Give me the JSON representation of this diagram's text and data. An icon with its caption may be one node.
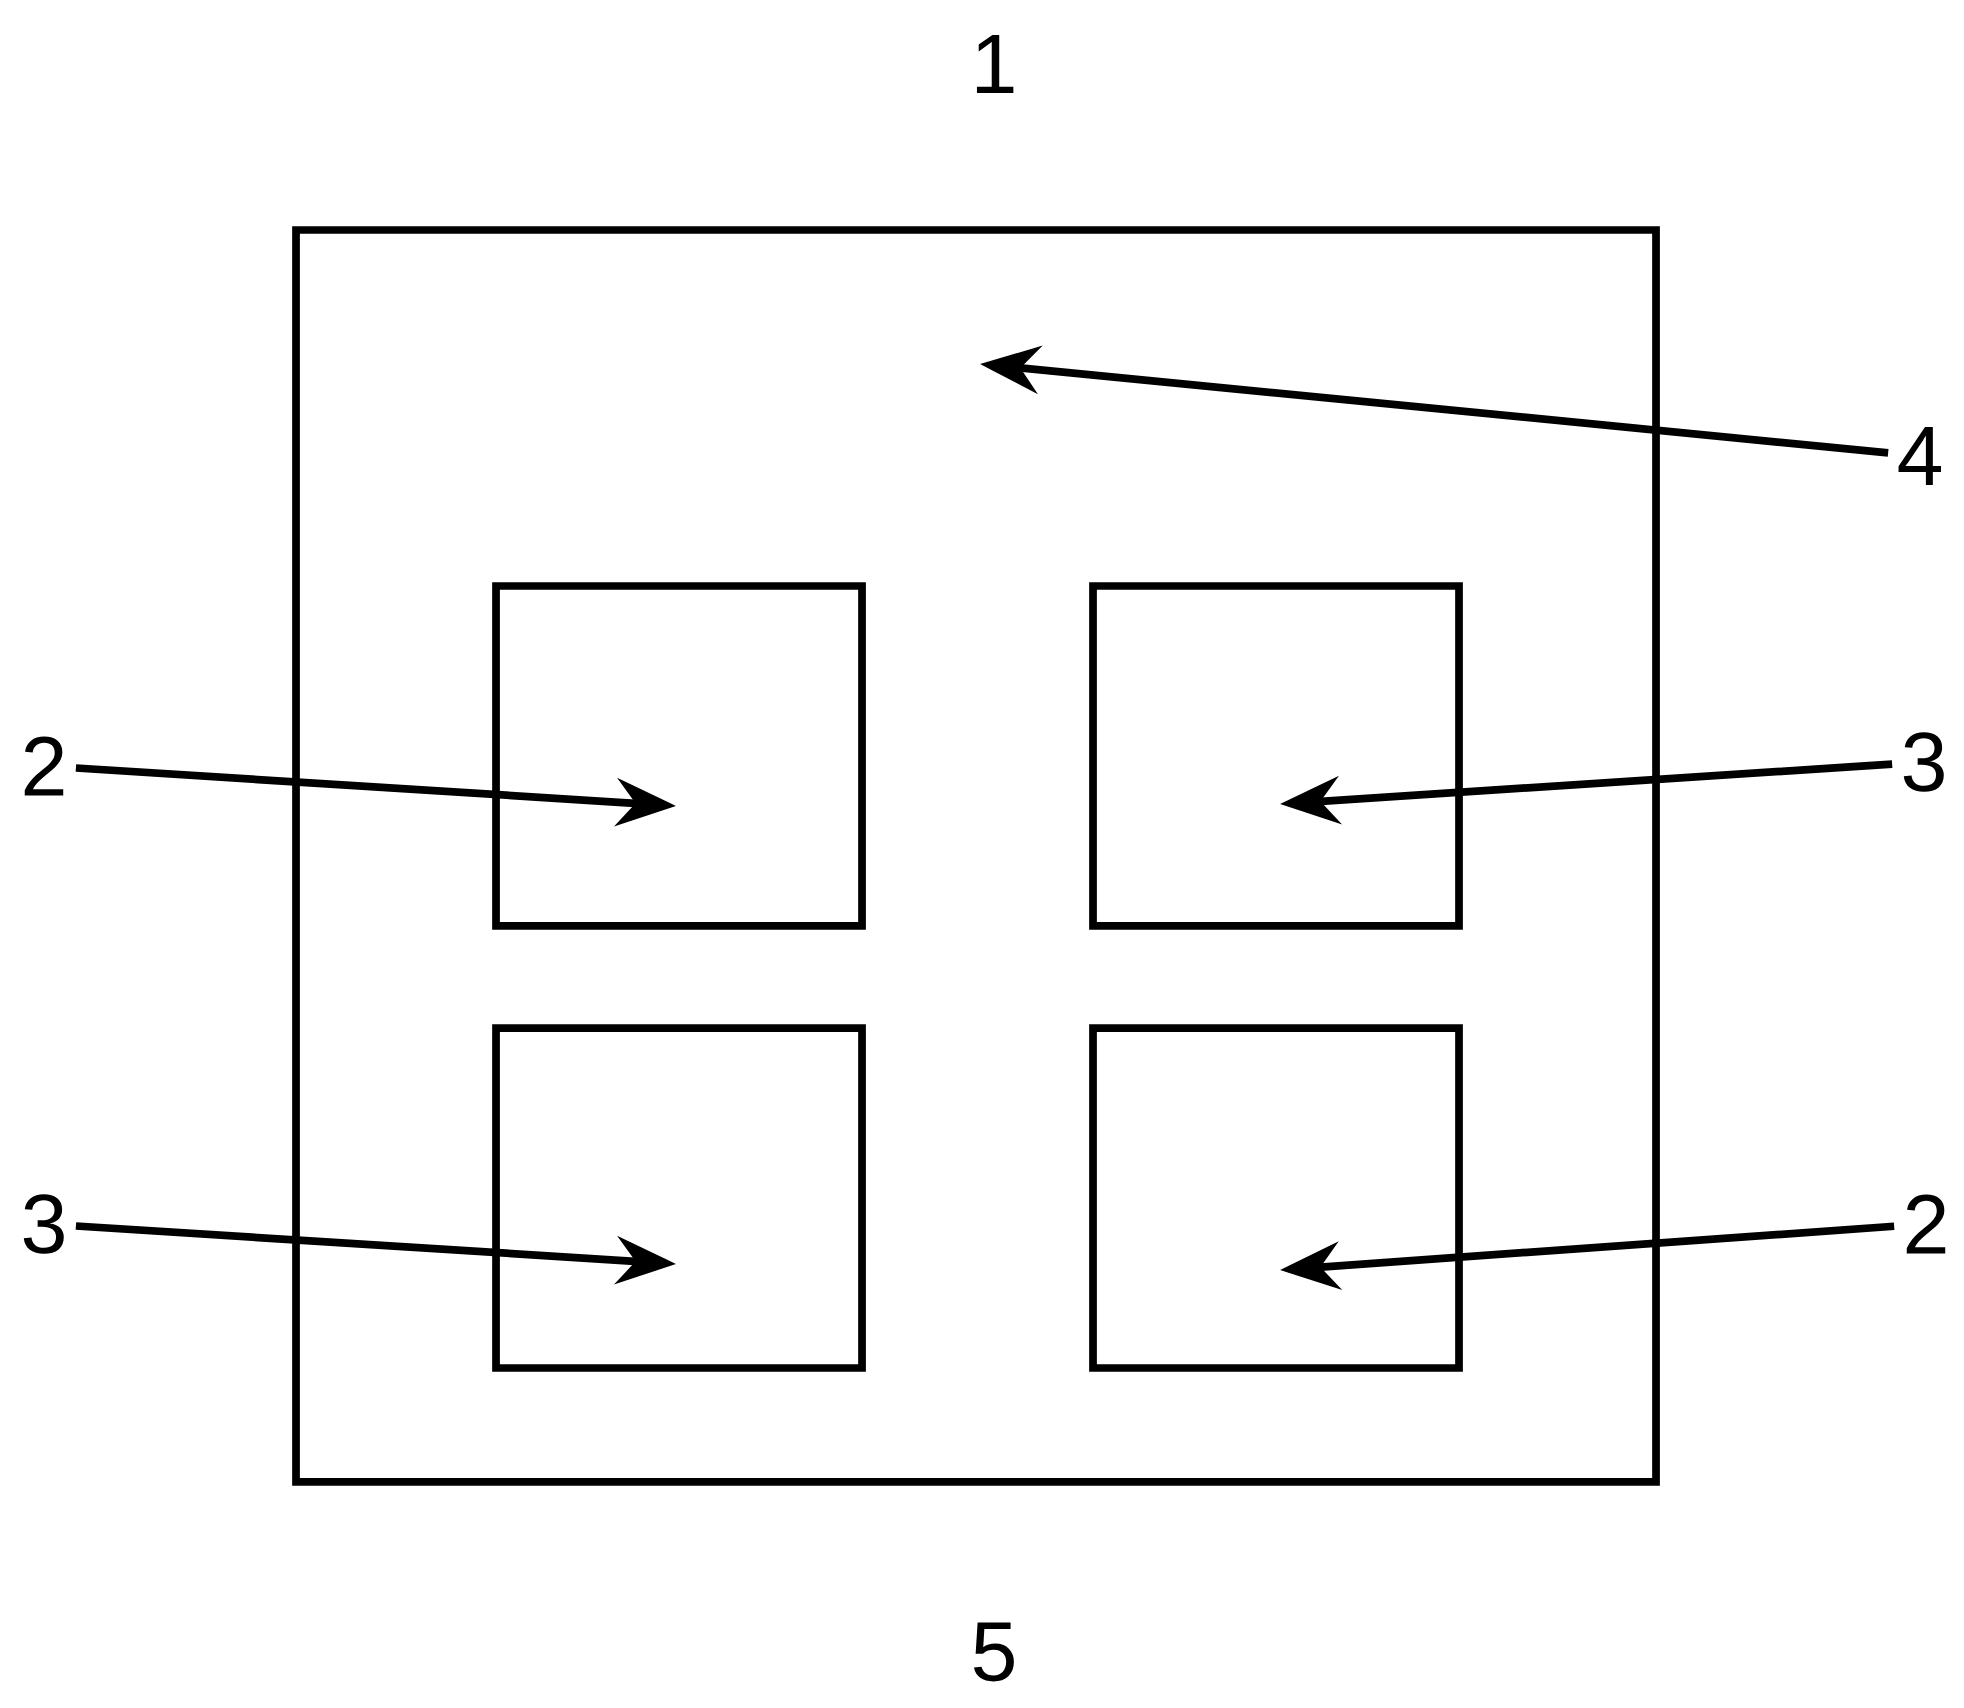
{
  "diagram": {
    "nodes": [
      {
        "text": [],
        "shape": "box"
      },
      {
        "text": [
          "4"
        ]
      },
      {
        "text": [
          "2"
        ]
      },
      {
        "text": [],
        "shape": "box",
        "in": 0
      },
      {
        "text": [],
        "shape": "box",
        "in": 0
      },
      {
        "text": [
          "3"
        ]
      },
      {
        "text": [
          "3"
        ]
      },
      {
        "text": [],
        "shape": "box",
        "in": 0
      },
      {
        "text": [],
        "shape": "box",
        "in": 0
      },
      {
        "text": [
          "2"
        ]
      }
    ],
    "edges": [
      {
        "from": 1,
        "to": 0,
        "arrow": "to"
      },
      {
        "from": 2,
        "to": 3,
        "arrow": "to"
      },
      {
        "from": 5,
        "to": 4,
        "arrow": "to"
      },
      {
        "from": 6,
        "to": 7,
        "arrow": "to"
      },
      {
        "from": 9,
        "to": 8,
        "arrow": "to"
      }
    ],
    "labels": [
      "1",
      "5"
    ]
  }
}
